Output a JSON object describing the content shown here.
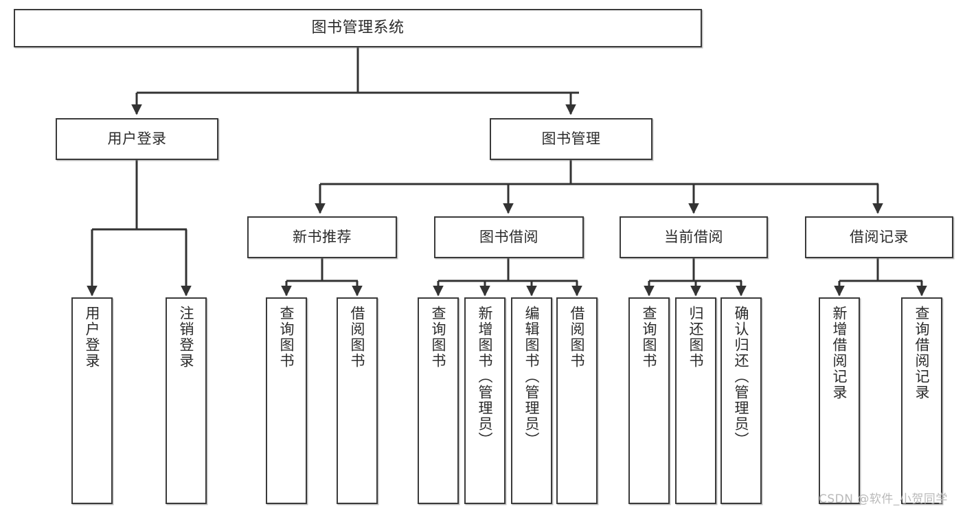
{
  "diagram": {
    "type": "tree-hierarchy",
    "title": "图书管理系统",
    "watermark": "CSDN @软件_小贺同学",
    "colors": {
      "background": "#ffffff",
      "box_border": "#3a3a3a",
      "box_fill": "#ffffff",
      "text": "#2b2b2b",
      "connector": "#333333",
      "watermark": "#b9b9b9"
    },
    "nodes": {
      "root": {
        "label": "图书管理系统"
      },
      "level1": [
        {
          "id": "user-login",
          "label": "用户登录"
        },
        {
          "id": "book-manage",
          "label": "图书管理"
        }
      ],
      "level2": [
        {
          "id": "new-book-recommend",
          "label": "新书推荐"
        },
        {
          "id": "book-borrow",
          "label": "图书借阅"
        },
        {
          "id": "current-borrow",
          "label": "当前借阅"
        },
        {
          "id": "borrow-record",
          "label": "借阅记录"
        }
      ],
      "leaves": {
        "user_login": [
          {
            "id": "leaf-user-login",
            "label": "用户登录"
          },
          {
            "id": "leaf-logout-login",
            "label": "注销登录"
          }
        ],
        "new_book_recommend": [
          {
            "id": "leaf-query-book-1",
            "label": "查询图书"
          },
          {
            "id": "leaf-borrow-book-1",
            "label": "借阅图书"
          }
        ],
        "book_borrow": [
          {
            "id": "leaf-query-book-2",
            "label": "查询图书"
          },
          {
            "id": "leaf-add-book",
            "label": "新增图书（管理员）"
          },
          {
            "id": "leaf-edit-book",
            "label": "编辑图书（管理员）"
          },
          {
            "id": "leaf-borrow-book-2",
            "label": "借阅图书"
          }
        ],
        "current_borrow": [
          {
            "id": "leaf-query-book-3",
            "label": "查询图书"
          },
          {
            "id": "leaf-return-book",
            "label": "归还图书"
          },
          {
            "id": "leaf-confirm-return",
            "label": "确认归还（管理员）"
          }
        ],
        "borrow_record": [
          {
            "id": "leaf-add-record",
            "label": "新增借阅记录"
          },
          {
            "id": "leaf-query-record",
            "label": "查询借阅记录"
          }
        ]
      }
    }
  }
}
